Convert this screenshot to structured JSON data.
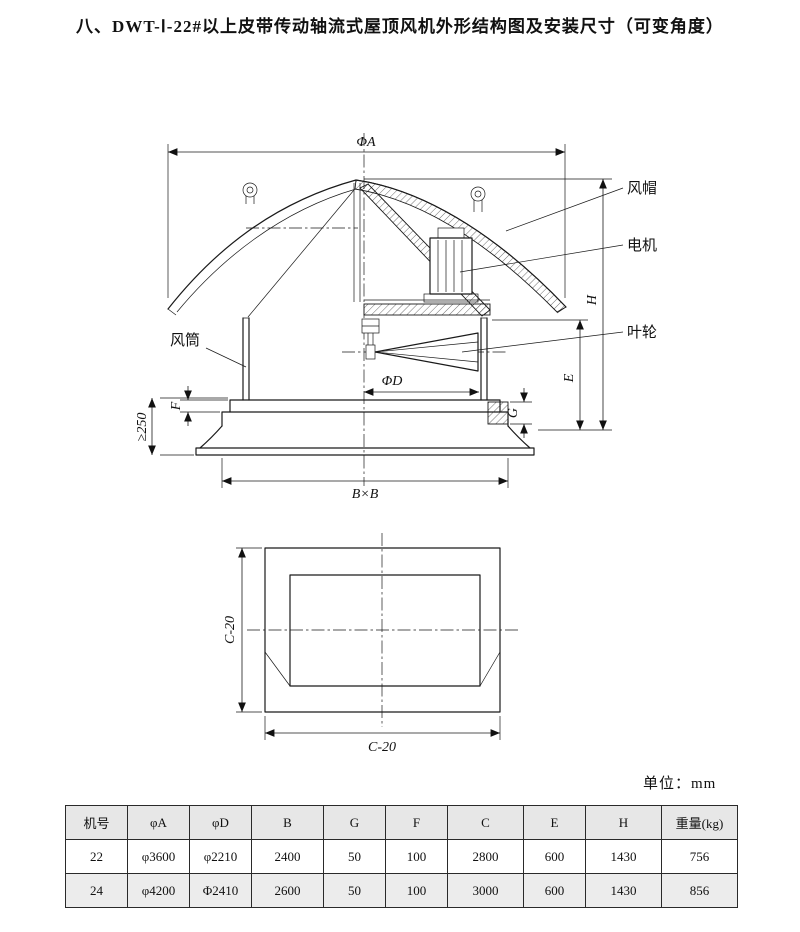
{
  "page": {
    "title": "八、DWT-Ⅰ-22#以上皮带传动轴流式屋顶风机外形结构图及安装尺寸（可变角度）",
    "unit_note": "单位：mm"
  },
  "drawing": {
    "part_labels": {
      "wind_cap": "风帽",
      "motor": "电机",
      "impeller": "叶轮",
      "duct": "风筒"
    },
    "dim_labels": {
      "phi_a": "ΦA",
      "phi_d": "ΦD",
      "h": "H",
      "e": "E",
      "f": "F",
      "g": "G",
      "min_curb": "≥250",
      "base": "B×B",
      "plan_w": "C-20",
      "plan_h": "C-20"
    }
  },
  "table": {
    "headers": [
      "机号",
      "φA",
      "φD",
      "B",
      "G",
      "F",
      "C",
      "E",
      "H",
      "重量(kg)"
    ],
    "rows": [
      [
        "22",
        "φ3600",
        "φ2210",
        "2400",
        "50",
        "100",
        "2800",
        "600",
        "1430",
        "756"
      ],
      [
        "24",
        "φ4200",
        "Φ2410",
        "2600",
        "50",
        "100",
        "3000",
        "600",
        "1430",
        "856"
      ]
    ]
  }
}
